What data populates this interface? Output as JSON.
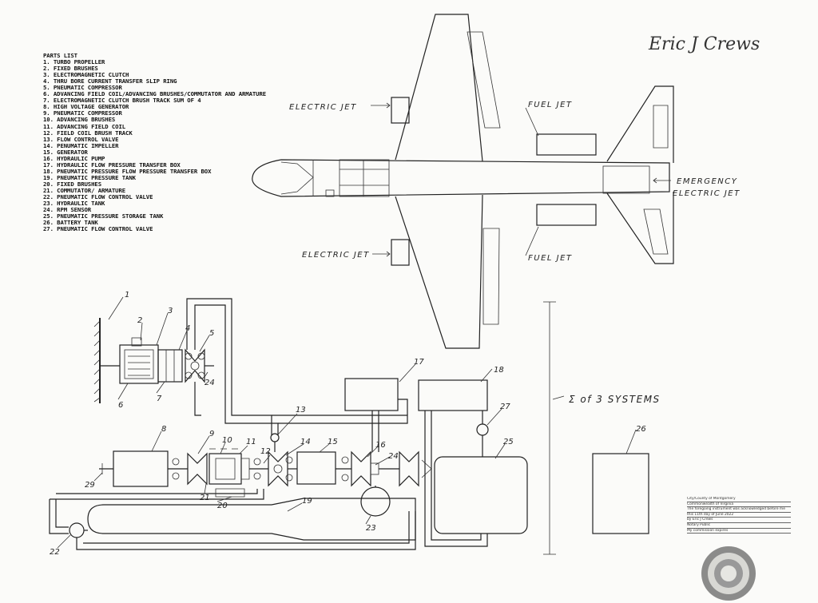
{
  "signature": "Eric J Crews",
  "parts_list": {
    "title": "PARTS LIST",
    "items": [
      "1. TURBO PROPELLER",
      "2. FIXED BRUSHES",
      "3. ELECTROMAGNETIC CLUTCH",
      "4. THRU BORE CURRENT TRANSFER SLIP RING",
      "5. PNEUMATIC COMPRESSOR",
      "6. ADVANCING FIELD COIL/ADVANCING BRUSHES/COMMUTATOR AND ARMATURE",
      "7. ELECTROMAGNETIC CLUTCH BRUSH TRACK SUM OF 4",
      "8. HIGH VOLTAGE GENERATOR",
      "9. PNEUMATIC COMPRESSOR",
      "10. ADVANCING BRUSHES",
      "11. ADVANCING FIELD COIL",
      "12. FIELD COIL BRUSH TRACK",
      "13. FLOW CONTROL VALVE",
      "14. PENUMATIC IMPELLER",
      "15. GENERATOR",
      "16. HYDRAULIC PUMP",
      "17. HYDRAULIC FLOW PRESSURE TRANSFER BOX",
      "18. PNEUMATIC PRESSURE FLOW PRESSURE TRANSFER BOX",
      "19. PNEUMATIC PRESSURE TANK",
      "20. FIXED BRUSHES",
      "21. COMMUTATOR/ ARMATURE",
      "22. PNEUMATIC FLOW CONTROL VALVE",
      "23. HYDRAULIC TANK",
      "24. RPM SENSOR",
      "25. PNEUMATIC PRESSURE STORAGE TANK",
      "26. BATTERY TANK",
      "27. PNEUMATIC FLOW CONTROL VALVE"
    ]
  },
  "aircraft_labels": {
    "electric_jet_top": "ELECTRIC JET",
    "electric_jet_bottom": "ELECTRIC JET",
    "fuel_jet_top": "FUEL JET",
    "fuel_jet_bottom": "FUEL JET",
    "emergency_line1": "EMERGENCY",
    "emergency_line2": "ELECTRIC JET"
  },
  "systems_note": "Σ of 3 SYSTEMS",
  "callouts": {
    "n1": "1",
    "n2": "2",
    "n3": "3",
    "n4": "4",
    "n5": "5",
    "n6": "6",
    "n7": "7",
    "n8": "8",
    "n9": "9",
    "n10": "10",
    "n11": "11",
    "n12": "12",
    "n13": "13",
    "n14": "14",
    "n15": "15",
    "n16": "16",
    "n17": "17",
    "n18": "18",
    "n19": "19",
    "n20": "20",
    "n21": "21",
    "n22": "22",
    "n23": "23",
    "n24a": "24",
    "n24b": "24",
    "n25": "25",
    "n26": "26",
    "n27": "27",
    "n29": "29"
  },
  "notary": {
    "line1": "City/County of Montgomery",
    "line2": "Commonwealth of Virginia",
    "line3": "The foregoing instrument was acknowledged before me",
    "line4": "this 11th day of June 2022",
    "line5": "by Eric J Crews",
    "line6": "Notary Public",
    "line7": "My commission expires"
  },
  "colors": {
    "ink": "#222222",
    "paper": "#fbfbf9"
  }
}
